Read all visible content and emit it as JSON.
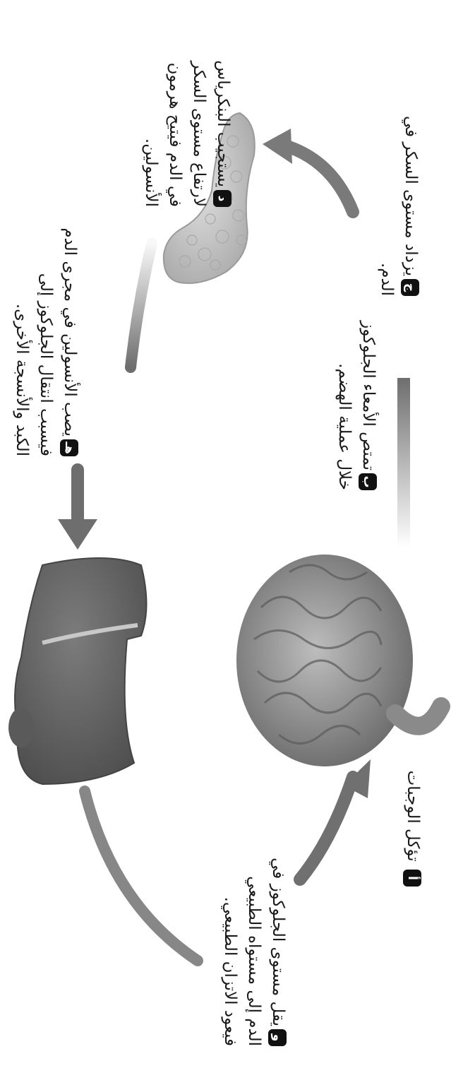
{
  "steps": [
    {
      "badge": "أ",
      "lines": [
        "تؤكل الوجبات"
      ]
    },
    {
      "badge": "ب",
      "lines": [
        "تمتص الأمعاء الجلوكوز",
        "خلال عملية الهضم."
      ]
    },
    {
      "badge": "ج",
      "lines": [
        "يزداد مستوى السكر في",
        "الدم."
      ]
    },
    {
      "badge": "د",
      "lines": [
        "يستجيب البنكرياس",
        "لارتفاع مستوى السكر",
        "في الدم فيتيح هرمون",
        "الأنسولين."
      ]
    },
    {
      "badge": "هـ",
      "lines": [
        "يصب الأنسولين في مجرى الدم",
        "فيسبب انتقال الجلوكوز إلى",
        "الكبد والأنسجة الأخرى."
      ]
    },
    {
      "badge": "و",
      "lines": [
        "يقل مستوى الجلوكوز في",
        "الدم إلى مستواه الطبيعي",
        "فيعود الاتزان الطبيعي."
      ]
    }
  ],
  "organs": {
    "intestine": "intestine",
    "pancreas": "pancreas",
    "liver": "liver"
  },
  "colors": {
    "arrow": "#7a7a7a",
    "organ_gray": "#8e8e8e",
    "liver_dark": "#5f5f5f",
    "pancreas_light": "#c9c9c9",
    "badge_bg": "#111111"
  }
}
